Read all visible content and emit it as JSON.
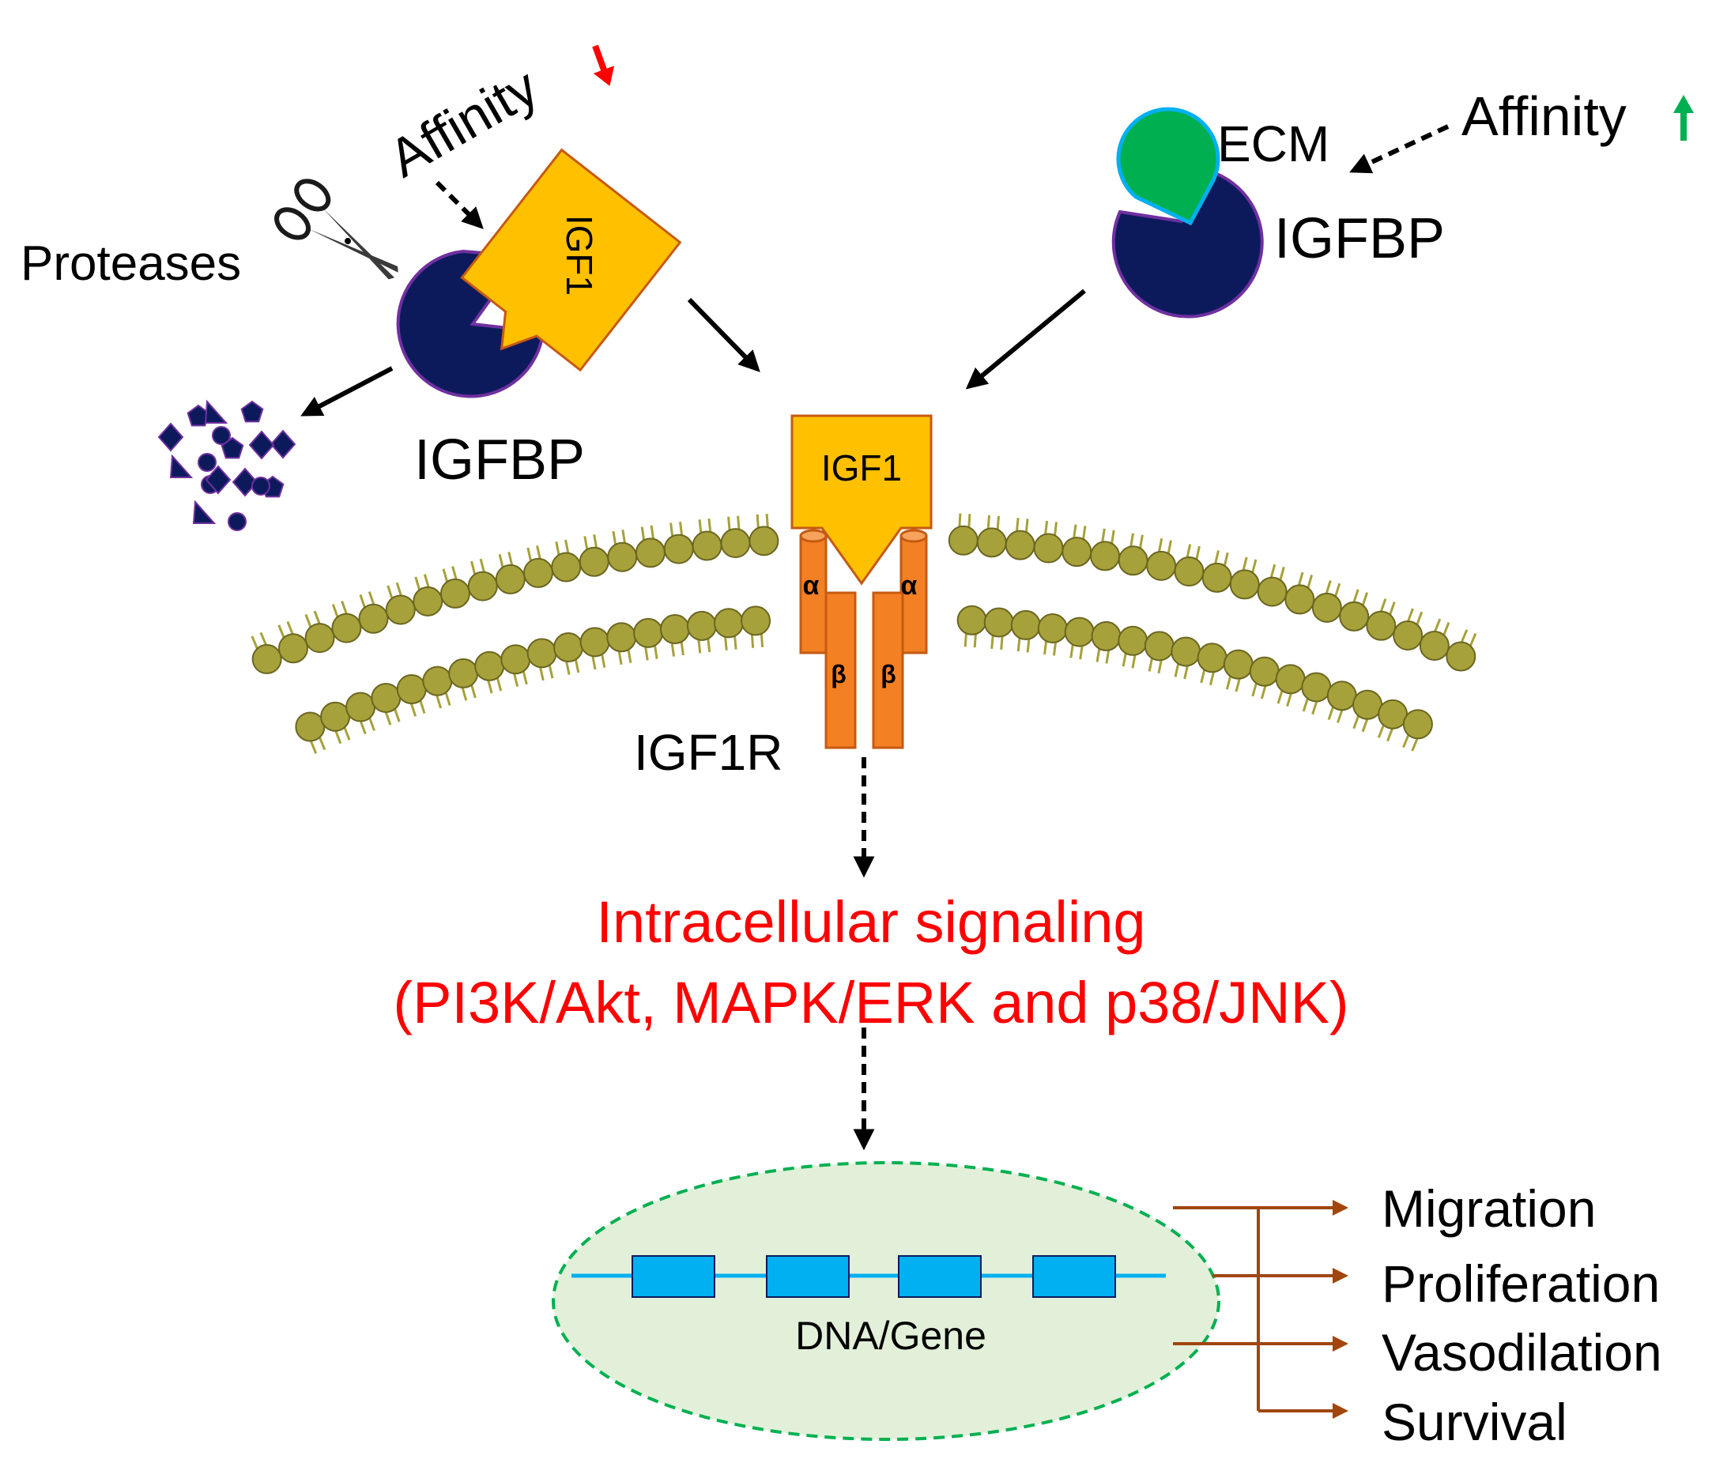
{
  "labels": {
    "affinity_left": "Affinity",
    "affinity_right": "Affinity",
    "proteases": "Proteases",
    "igf1_bound": "IGF1",
    "igfbp_left": "IGFBP",
    "ecm": "ECM",
    "igfbp_right": "IGFBP",
    "igf1_receptor_ligand": "IGF1",
    "alpha_left": "α",
    "alpha_right": "α",
    "beta_left": "β",
    "beta_right": "β",
    "igf1r": "IGF1R",
    "signaling_line1": "Intracellular signaling",
    "signaling_line2": "(PI3K/Akt, MAPK/ERK and p38/JNK)",
    "dna_gene": "DNA/Gene"
  },
  "outcomes": [
    "Migration",
    "Proliferation",
    "Vasodilation",
    "Survival"
  ],
  "colors": {
    "igf1": "#ffc000",
    "igf1_border": "#c55a11",
    "igfbp": "#0c1a5c",
    "igfbp_border": "#7030a0",
    "ecm": "#00b050",
    "ecm_border": "#00b0f0",
    "lipid": "#a6a13a",
    "lipid_border": "#6b6620",
    "receptor": "#f48024",
    "receptor_border": "#c55a11",
    "signal_text": "#ff0000",
    "affinity_down_arrow": "#ff0000",
    "affinity_up_arrow": "#00b050",
    "nucleus_fill": "#e2f0d9",
    "nucleus_border": "#00b050",
    "dna_line": "#00b0f0",
    "outcome_arrow": "#a0460e"
  }
}
